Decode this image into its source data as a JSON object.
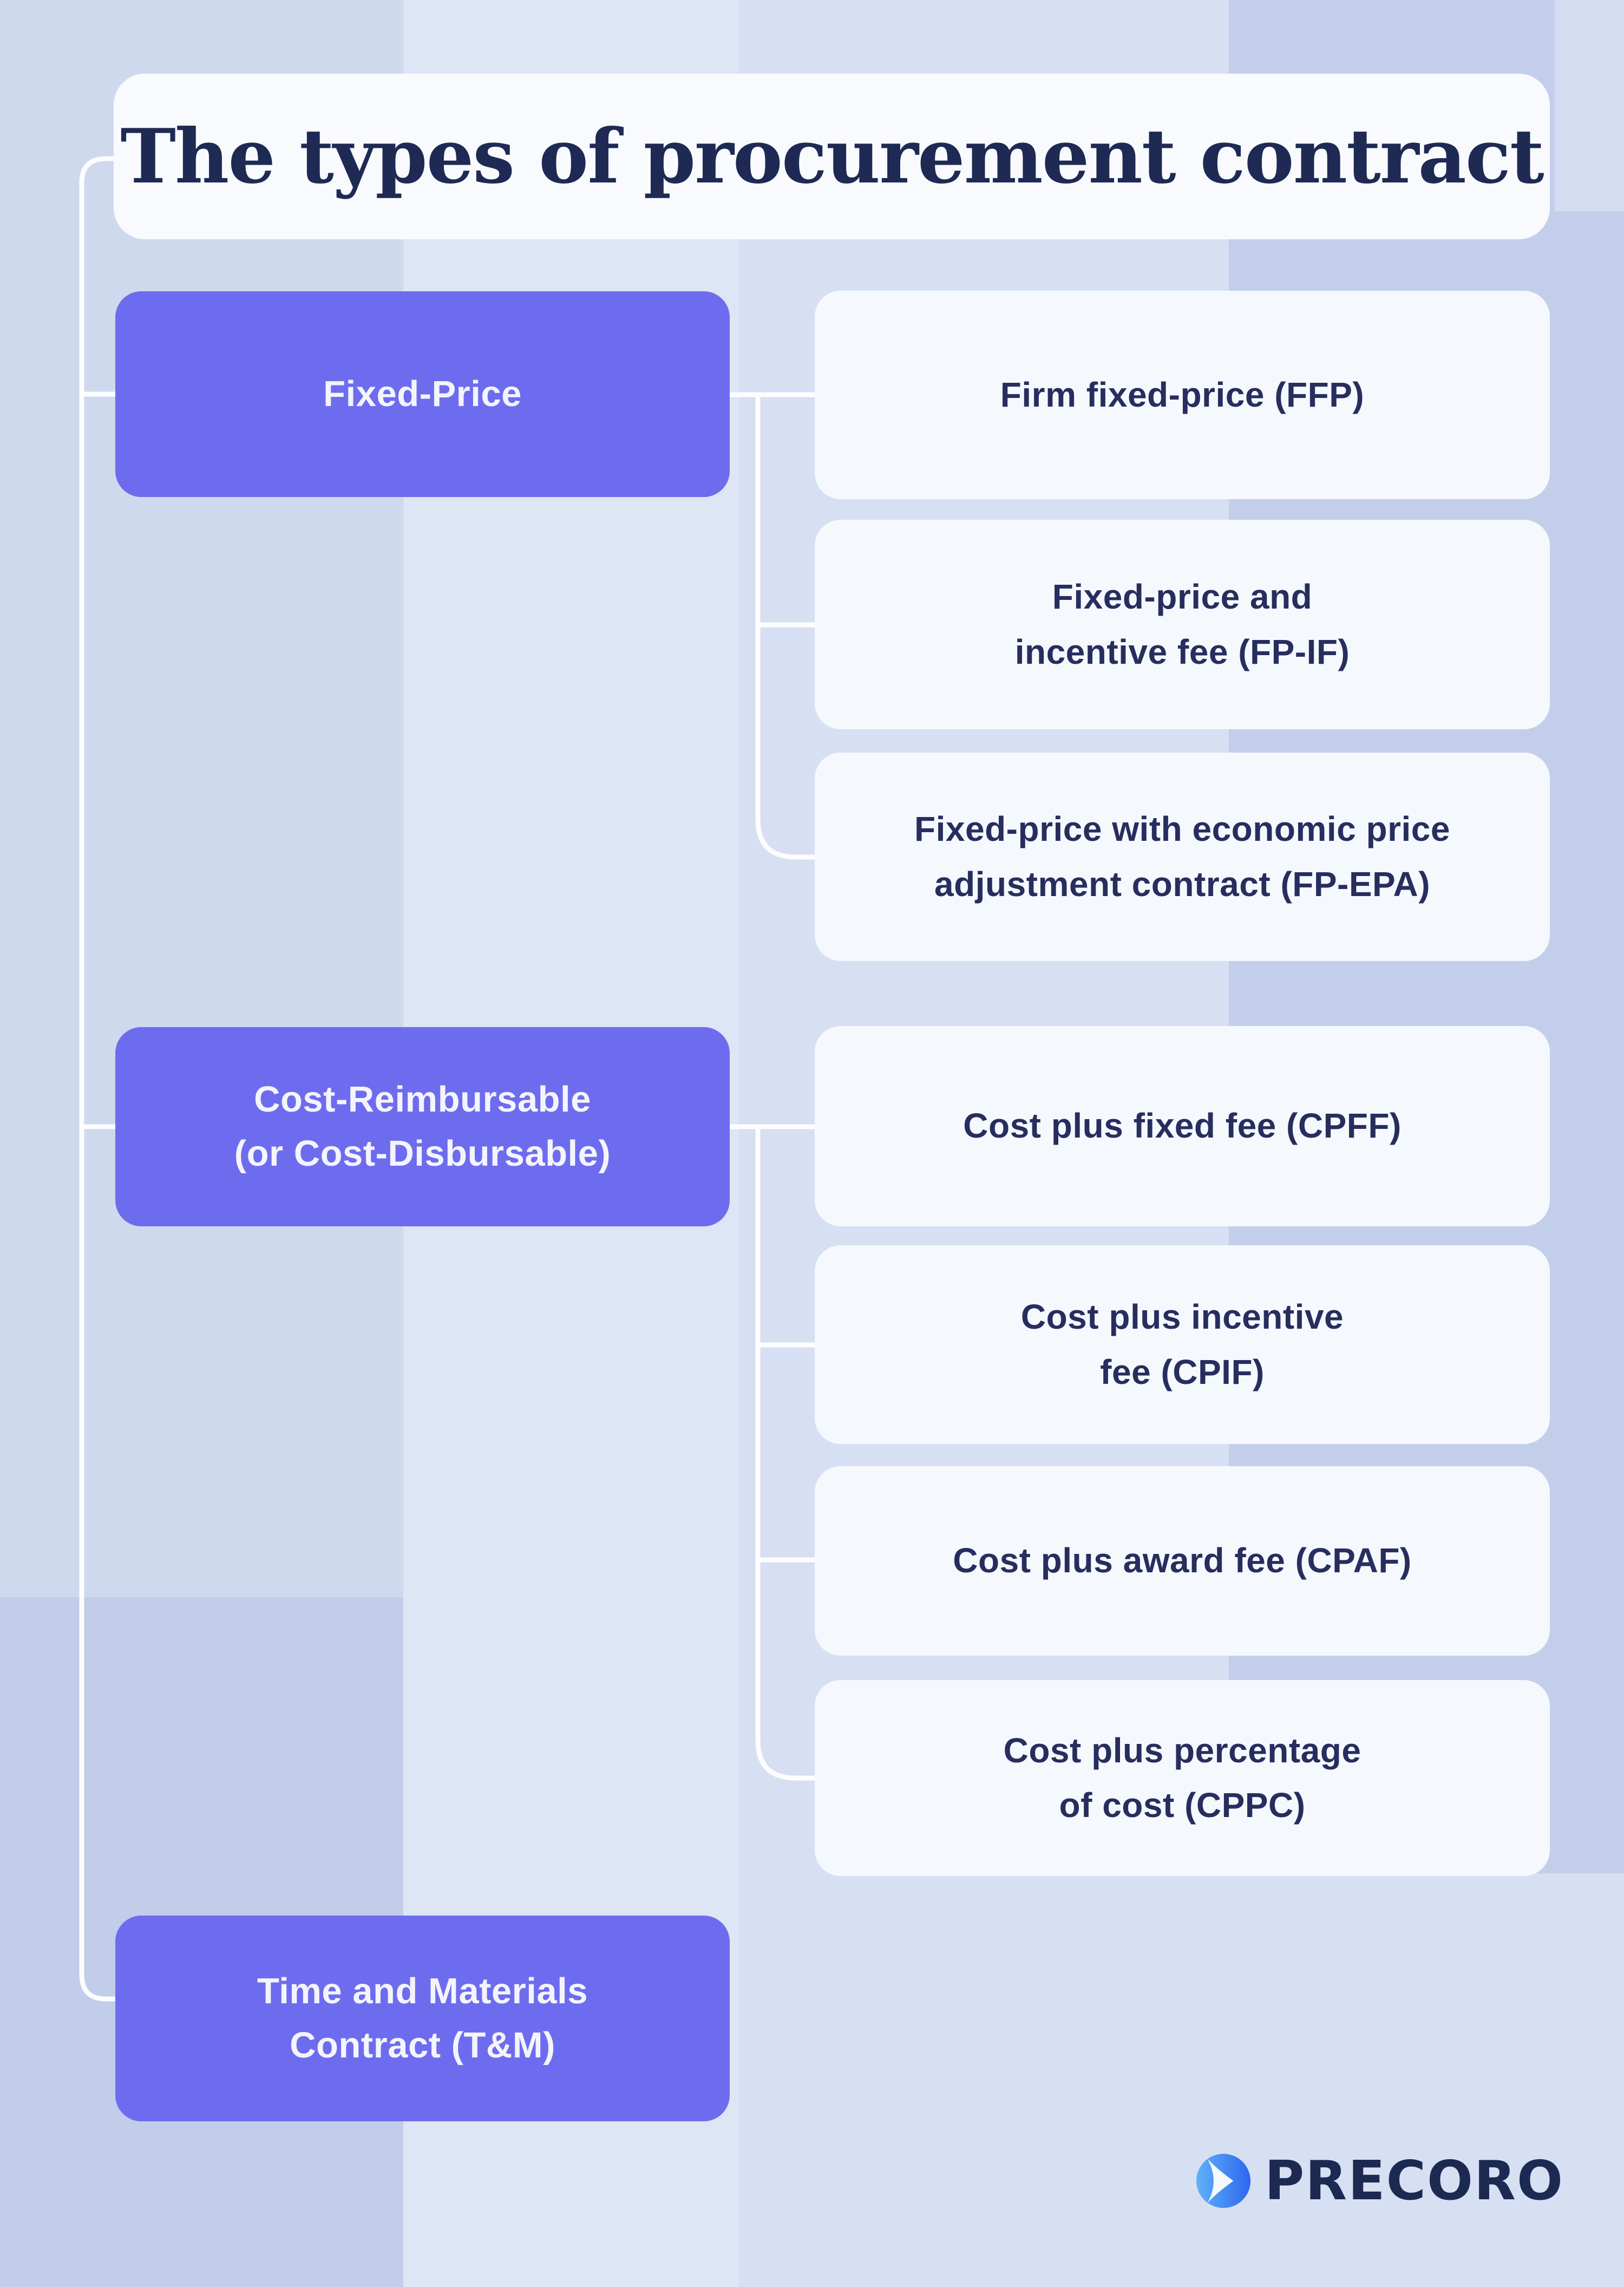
{
  "title": "The types of procurement contract",
  "tree": {
    "categories": [
      {
        "key": "fixed-price",
        "l1": "Fixed-Price",
        "l2": ""
      },
      {
        "key": "cost-reimbursable",
        "l1": "Cost-Reimbursable",
        "l2": "(or Cost-Disbursable)"
      },
      {
        "key": "time-and-materials",
        "l1": "Time and Materials",
        "l2": "Contract (T&M)"
      }
    ],
    "types": [
      {
        "parent": "fixed-price",
        "l1": "Firm fixed-price (FFP)",
        "l2": ""
      },
      {
        "parent": "fixed-price",
        "l1": "Fixed-price and",
        "l2": "incentive fee (FP-IF)"
      },
      {
        "parent": "fixed-price",
        "l1": "Fixed-price with economic price",
        "l2": "adjustment contract (FP-EPA)"
      },
      {
        "parent": "cost-reimbursable",
        "l1": "Cost plus fixed fee (CPFF)",
        "l2": ""
      },
      {
        "parent": "cost-reimbursable",
        "l1": "Cost plus incentive",
        "l2": "fee (CPIF)"
      },
      {
        "parent": "cost-reimbursable",
        "l1": "Cost plus award fee (CPAF)",
        "l2": ""
      },
      {
        "parent": "cost-reimbursable",
        "l1": "Cost plus percentage",
        "l2": "of cost (CPPC)"
      }
    ]
  },
  "logo": {
    "brand": "PRECORO",
    "icon": "precoro-orb-icon"
  },
  "colors": {
    "accent_purple": "#6e6cee",
    "card_white": "#f5f8fd",
    "title_navy": "#1e2a54",
    "text_navy": "#272e5e",
    "text_on_purple": "#f3f4fd",
    "connector_white": "#fcfdff",
    "bg_base": "#d7dff2",
    "bg_left_top": "#cfd9ee",
    "bg_left_bottom": "#c1cde9",
    "bg_stripe_light": "#dee5f5",
    "bg_stripe_dark": "#c3cfea",
    "logo_navy": "#1c2a52",
    "logo_blue_light": "#5fb3f8",
    "logo_blue_dark": "#2e66ef"
  }
}
